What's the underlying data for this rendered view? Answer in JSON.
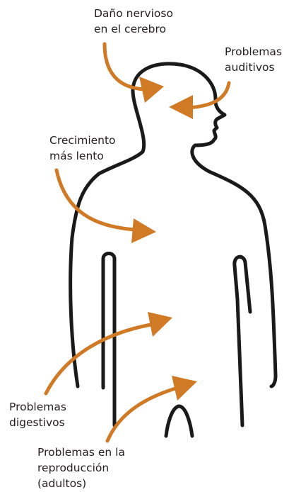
{
  "labels": {
    "brain": [
      "Daño nervioso",
      "en el cerebro"
    ],
    "hearing": [
      "Problemas",
      "auditivos"
    ],
    "growth": [
      "Crecimiento",
      "más lento"
    ],
    "digestive": [
      "Problemas",
      "digestivos"
    ],
    "reproduction": [
      "Problemas en la",
      "reproducción",
      "(adultos)"
    ]
  },
  "colors": {
    "arrow": "#d07a26",
    "outline": "#1a1a1a",
    "text": "#231f20",
    "background": "#ffffff"
  }
}
